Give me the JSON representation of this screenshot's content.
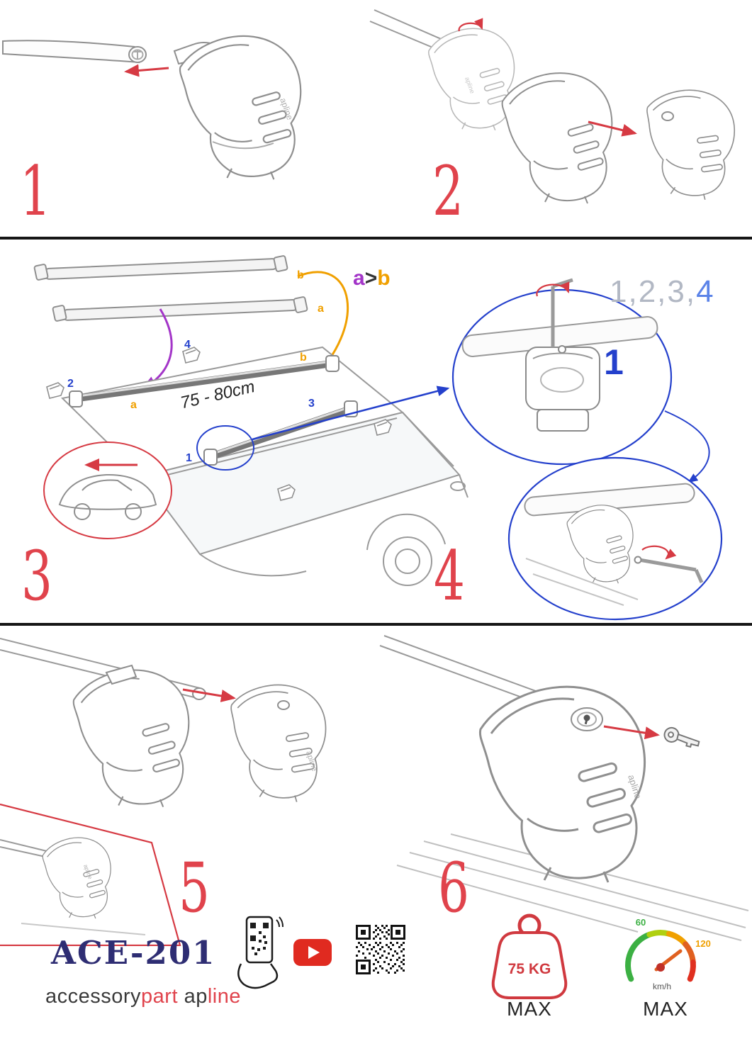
{
  "colors": {
    "step_red": "#e0434c",
    "arrow_red": "#d63a43",
    "detail_blue": "#2440cc",
    "label_orange": "#f0a000",
    "label_purple": "#a335c8",
    "navy": "#2e2d73",
    "sequence_gray": "#b2b8c4",
    "youtube_red": "#e02a20"
  },
  "steps": {
    "s1": "1",
    "s2": "2",
    "s3": "3",
    "s4": "4",
    "s5": "5",
    "s6": "6"
  },
  "install": {
    "bar_label_b": "b",
    "bar_label_a": "a",
    "order": {
      "a": "a",
      "gt": ">",
      "b": "b"
    },
    "sequence_gray": "1,2,3,",
    "sequence_blue": "4",
    "distance": "75 - 80cm",
    "roof": {
      "pos1": "1",
      "pos2": "2",
      "pos3": "3",
      "pos4": "4",
      "bar_a": "a",
      "bar_b": "b"
    },
    "detail_step": "1"
  },
  "branding": {
    "model": "ACE-201",
    "accessory": "accessory",
    "part": "part",
    "ap": "ap",
    "line": "line",
    "foot_logo": "apline"
  },
  "limits": {
    "weight": "75 KG",
    "weight_max": "MAX",
    "speed_60": "60",
    "speed_120": "120",
    "speed_unit": "km/h",
    "speed_max": "MAX"
  },
  "icons": {
    "phone": "phone-qr-scan-icon",
    "youtube": "youtube-play-icon",
    "qr": "qr-code-icon",
    "weight": "max-weight-icon",
    "speed": "max-speed-icon"
  }
}
